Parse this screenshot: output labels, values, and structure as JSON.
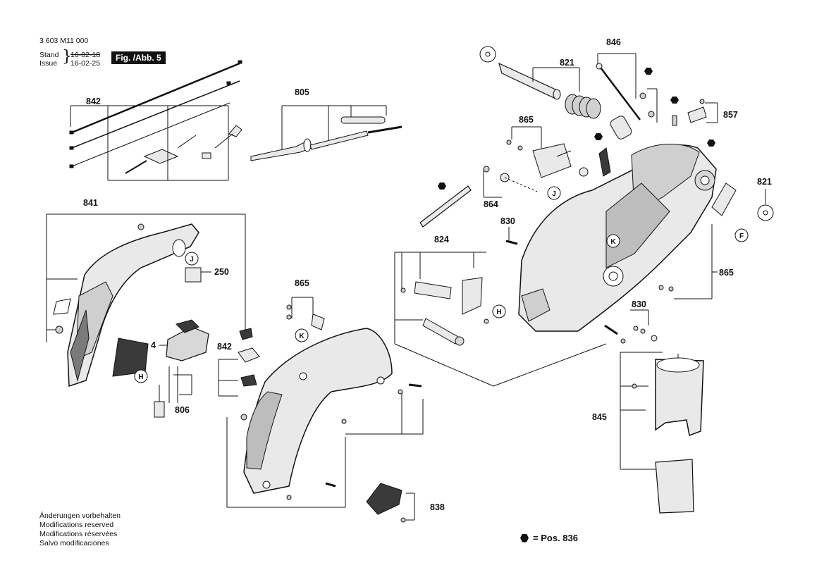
{
  "header": {
    "doc_number": "3 603 M11 000",
    "stand_label": "Stand",
    "stand_date": "16-02-18",
    "issue_label": "Issue",
    "issue_date": "16-02-25",
    "fig_label": "Fig. /Abb. 5"
  },
  "notes": [
    "Änderungen vorbehalten",
    "Modifications reserved",
    "Modifications réservées",
    "Salvo modificaciones"
  ],
  "legend": {
    "symbol": "hexagon-icon",
    "text": "= Pos. 836"
  },
  "part_labels": {
    "p842a": "842",
    "p805": "805",
    "p841": "841",
    "p250": "250",
    "p4": "4",
    "p806": "806",
    "p865a": "865",
    "p842b": "842",
    "p838": "838",
    "p821a": "821",
    "p846": "846",
    "p857": "857",
    "p865b": "865",
    "p864": "864",
    "p821b": "821",
    "p830a": "830",
    "p824": "824",
    "p865c": "865",
    "p830b": "830",
    "p845": "845"
  },
  "ref_letters": {
    "j1": "J",
    "h1": "H",
    "k1": "K",
    "j2": "J",
    "k2": "K",
    "h2": "H",
    "f1": "F"
  },
  "colors": {
    "ink": "#111111",
    "paper": "#ffffff",
    "part_fill": "#e9e9e9",
    "dark_fill": "#3a3a3a"
  }
}
